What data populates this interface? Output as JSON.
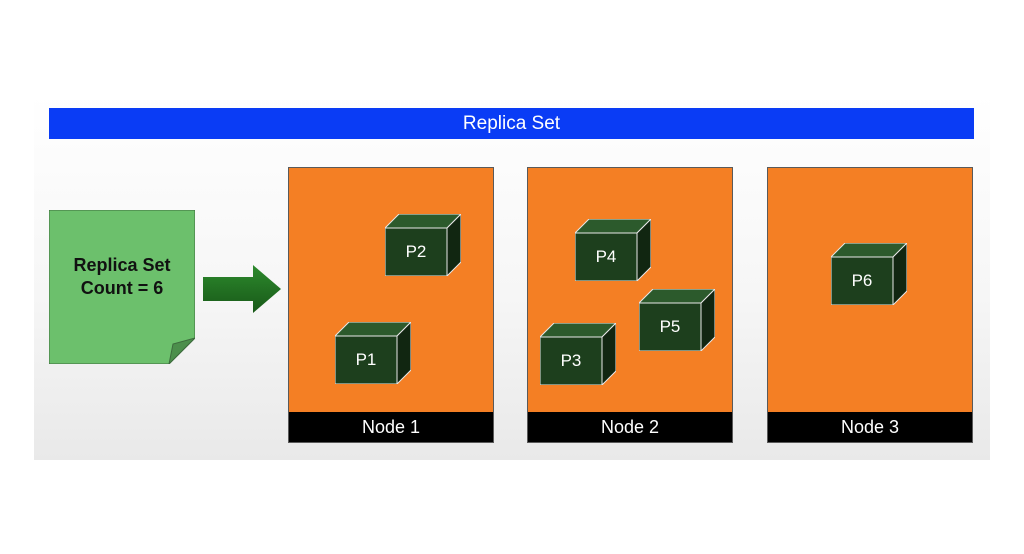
{
  "replica_set": {
    "header": "Replica Set",
    "definition_lines": [
      "Replica Set",
      "Count = 6"
    ]
  },
  "nodes": [
    {
      "label": "Node 1",
      "pods": [
        "P2",
        "P1"
      ]
    },
    {
      "label": "Node 2",
      "pods": [
        "P4",
        "P5",
        "P3"
      ]
    },
    {
      "label": "Node 3",
      "pods": [
        "P6"
      ]
    }
  ],
  "colors": {
    "header": "#0a3cf5",
    "node": "#f47f24",
    "pod": "#1d3f1d",
    "document": "#6cc06c",
    "arrow": "#1f6b1f"
  }
}
